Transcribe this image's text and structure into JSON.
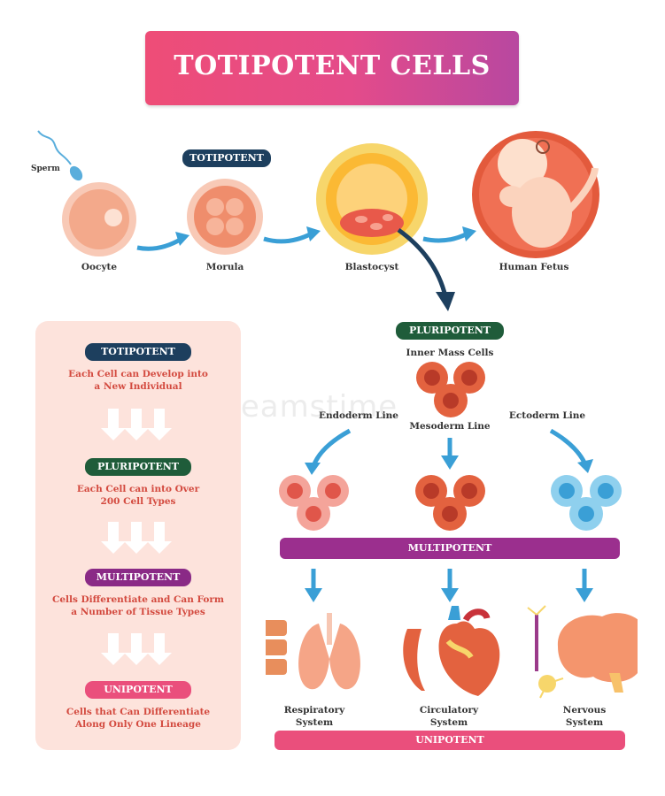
{
  "title": "TOTIPOTENT CELLS",
  "watermark": "dreamstime",
  "top_row": {
    "sperm_label": "Sperm",
    "stage_badge": "TOTIPOTENT",
    "stages": [
      "Oocyte",
      "Morula",
      "Blastocyst",
      "Human Fetus"
    ]
  },
  "side_panel": {
    "levels": [
      {
        "badge": "TOTIPOTENT",
        "line1": "Each Cell can Develop into",
        "line2": "a New Individual",
        "color": "#1d3f5e"
      },
      {
        "badge": "PLURIPOTENT",
        "line1": "Each Cell can into Over",
        "line2": "200 Cell Types",
        "color": "#1f5c3a"
      },
      {
        "badge": "MULTIPOTENT",
        "line1": "Cells Differentiate and Can Form",
        "line2": "a Number of Tissue Types",
        "color": "#8a2a86"
      },
      {
        "badge": "UNIPOTENT",
        "line1": "Cells that Can Differentiate",
        "line2": "Along Only One Lineage",
        "color": "#ea4f7c"
      }
    ]
  },
  "right_tree": {
    "pluripotent_badge": "PLURIPOTENT",
    "inner_mass": "Inner Mass Cells",
    "lines": [
      "Endoderm Line",
      "Mesoderm Line",
      "Ectoderm Line"
    ],
    "multipotent_bar": "MULTIPOTENT",
    "systems": [
      {
        "line1": "Respiratory",
        "line2": "System"
      },
      {
        "line1": "Circulatory",
        "line2": "System"
      },
      {
        "line1": "Nervous",
        "line2": "System"
      }
    ],
    "unipotent_bar": "UNIPOTENT"
  },
  "colors": {
    "arrow_blue": "#3a9fd6",
    "arrow_dark": "#1d3f5e",
    "panel_bg": "#fde3dc",
    "cell_red": "#e3623f",
    "cell_pink": "#f4a49a",
    "cell_blue": "#8fd0ee"
  }
}
